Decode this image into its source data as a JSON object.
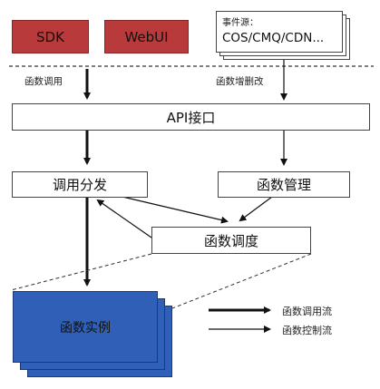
{
  "clients": {
    "sdk_label": "SDK",
    "webui_label": "WebUI"
  },
  "event_source": {
    "title": "事件源：",
    "items": "COS/CMQ/CDN..."
  },
  "arrows": {
    "invoke_label": "函数调用",
    "crud_label": "函数增删改"
  },
  "boxes": {
    "api": "API接口",
    "dispatch": "调用分发",
    "management": "函数管理",
    "scheduling": "函数调度",
    "instance": "函数实例"
  },
  "legend": {
    "invoke_flow": "函数调用流",
    "control_flow": "函数控制流"
  },
  "colors": {
    "red": "#b83a3a",
    "instance_blue": "#2f5fb7"
  }
}
